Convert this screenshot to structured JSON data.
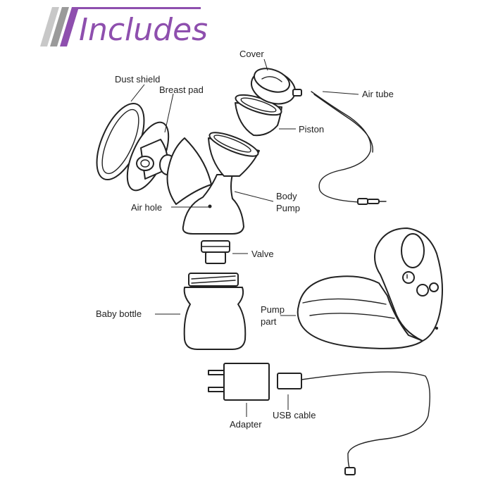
{
  "title": "Includes",
  "colors": {
    "accent": "#8e4fae",
    "stripe_light": "#c8c8c8",
    "stripe_mid": "#9a9a9a",
    "line": "#222222"
  },
  "labels": {
    "cover": "Cover",
    "dust_shield": "Dust shield",
    "breast_pad": "Breast pad",
    "air_tube": "Air tube",
    "piston": "Piston",
    "body_pump_1": "Body",
    "body_pump_2": "Pump",
    "air_hole": "Air hole",
    "valve": "Valve",
    "baby_bottle": "Baby bottle",
    "pump_part_1": "Pump",
    "pump_part_2": "part",
    "usb_cable": "USB cable",
    "adapter": "Adapter"
  }
}
